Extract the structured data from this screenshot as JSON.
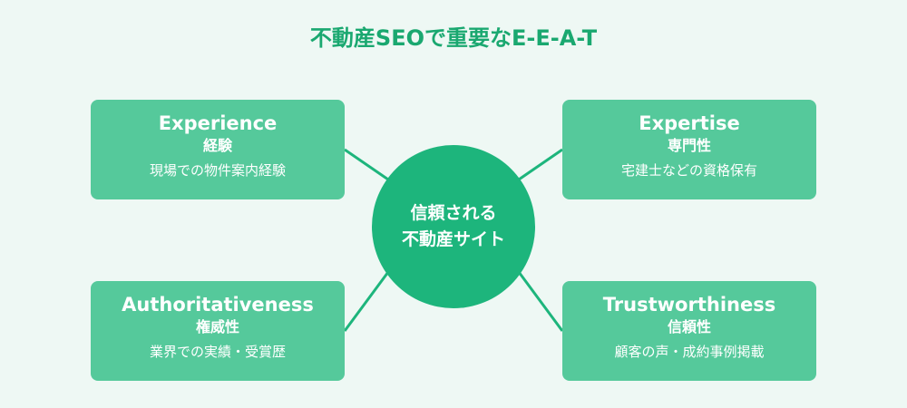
{
  "title": "不動産SEOで重要なE-E-A-T",
  "center": {
    "line1": "信頼される",
    "line2": "不動産サイト"
  },
  "boxes": [
    {
      "en": "Experience",
      "jp": "経験",
      "desc": "現場での物件案内経験"
    },
    {
      "en": "Expertise",
      "jp": "専門性",
      "desc": "宅建士などの資格保有"
    },
    {
      "en": "Authoritativeness",
      "jp": "権威性",
      "desc": "業界での実績・受賞歴"
    },
    {
      "en": "Trustworthiness",
      "jp": "信頼性",
      "desc": "顧客の声・成約事例掲載"
    }
  ]
}
